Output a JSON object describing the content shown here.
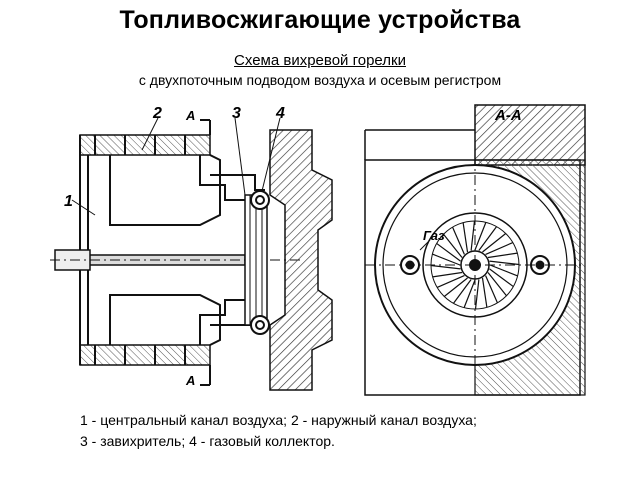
{
  "title": "Топливосжигающие устройства",
  "subtitle": "Схема вихревой горелки",
  "subtitle2": "с двухпоточным подводом воздуха и осевым регистром",
  "drawing": {
    "labels": {
      "one": "1",
      "two": "2",
      "three": "3",
      "four": "4",
      "section_top": "А",
      "section_bottom": "А",
      "section_view": "А-А",
      "gas": "Газ"
    },
    "line_color": "#111111",
    "hatch_color": "#333333"
  },
  "caption": {
    "line1": "1 - центральный канал воздуха; 2 - наружный канал воздуха;",
    "line2": "3 - завихритель; 4 - газовый коллектор."
  }
}
